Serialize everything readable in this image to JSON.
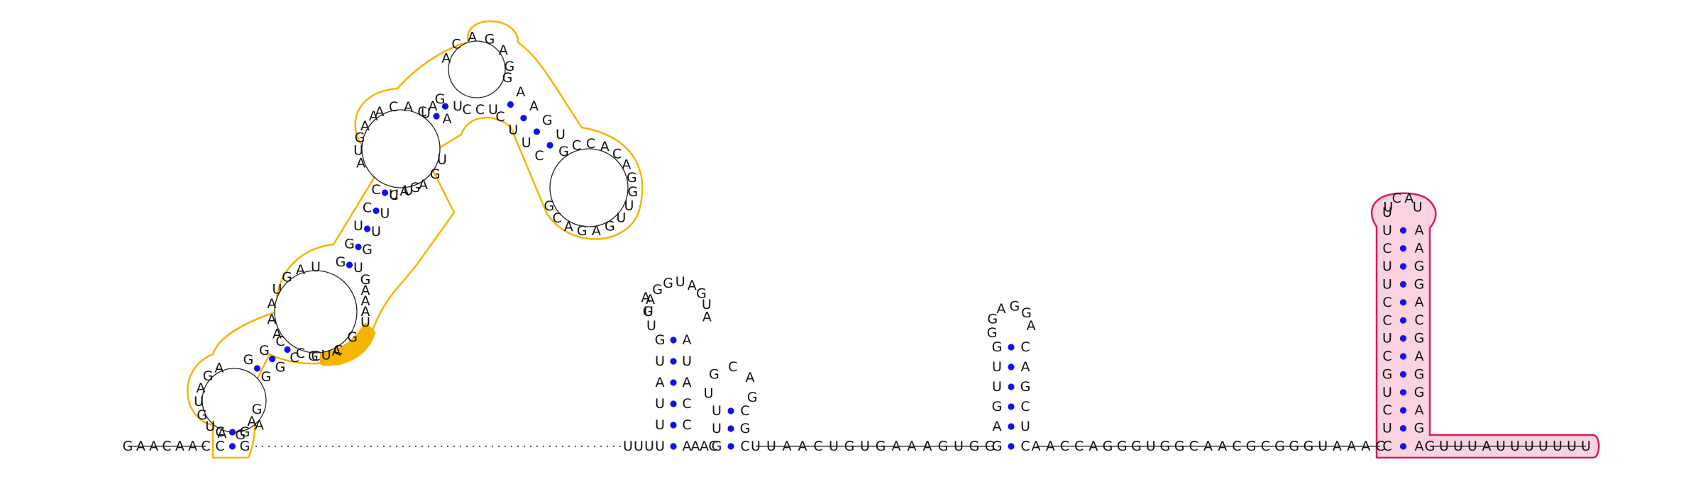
{
  "colors": {
    "highlight_outline_1": "#f4b400",
    "highlight_fill_1": "#ffffff",
    "motif_fill": "#f4b400",
    "highlight_outline_2": "#d81b60",
    "highlight_fill_2": "#f9d3df",
    "base_pair_dot": "#1010ee",
    "text": "#111111"
  },
  "sequence": {
    "leader_5prime": "GAACAAC",
    "domain1_hairpin": {
      "stem1_left": "CC",
      "loop1_left": "AUG",
      "loop1_top": "UAGA",
      "stem2_left": "GGC",
      "internal_left": "AAAUGAU",
      "stem3_left": "GGUCC",
      "junction_left": "AUGAA",
      "loop_top_left": "ACAC",
      "stem4_left": "UAG",
      "apex": "ACAGAG",
      "right_arm_out": "GAAGU",
      "terminal_loop": "GCCACAGGUUGAGACG",
      "right_arm_back": "CUUC",
      "upper_bridge": "CCU",
      "stem4_right": "AU",
      "descend_right": "UGAU",
      "mid_loop": "UAG",
      "stem3_right": "CUUGUUAAAG",
      "motif": "CAG",
      "internal_right": "CGUC",
      "stem2_right": "CGG",
      "loop1_right": "AG",
      "stem1_right": "GG"
    },
    "linker_dotted": "................................................",
    "hairpin_a": {
      "left": "UUUAUGUUA",
      "loop": "GAGGUAGUA",
      "right": "AUACCA"
    },
    "hairpin_b": {
      "left": "GUU",
      "loop": "UGCAG",
      "right": "CGC"
    },
    "mid_linker": "UUAACUGUGAAAGUGG",
    "hairpin_c": {
      "left": "GAGUUGG",
      "loop": "GAGGA",
      "right": "CAGCUC"
    },
    "tail_linker": "AACCAGGGUGGCAACGCGGGUAAAC",
    "terminator": {
      "stem_left": "CUCUGCUCCUUCUU",
      "loop": "UCAU",
      "stem_right": "AAGGACGAGGAGA"
    },
    "tail_3prime": "GUUUAUUUUUUU"
  }
}
